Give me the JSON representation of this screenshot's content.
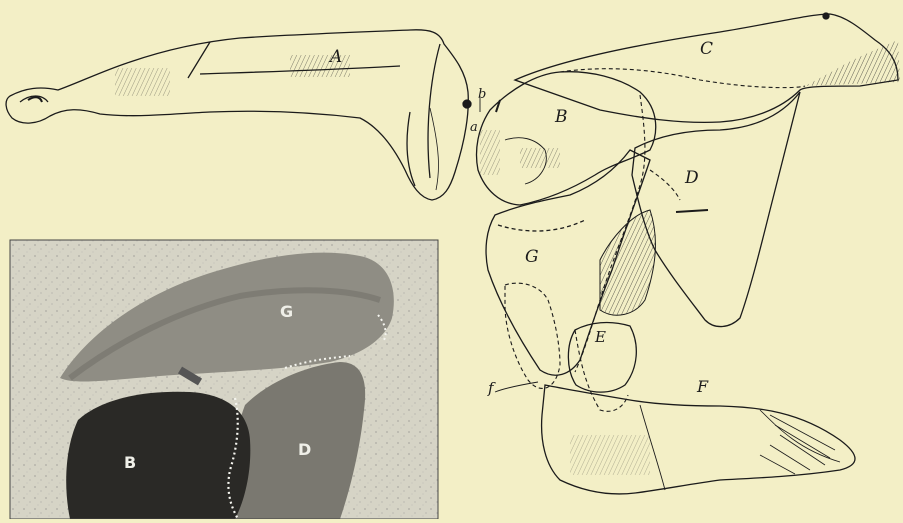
{
  "figure": {
    "background": "#f3efc6",
    "ink": "#1b1b1b",
    "drawing_labels": {
      "A": "A",
      "B": "B",
      "C": "C",
      "D": "D",
      "E": "E",
      "F": "F",
      "G": "G",
      "a": "a",
      "b": "b",
      "f": "f"
    },
    "photo_labels": {
      "G": "G",
      "B": "B",
      "D": "D"
    }
  }
}
